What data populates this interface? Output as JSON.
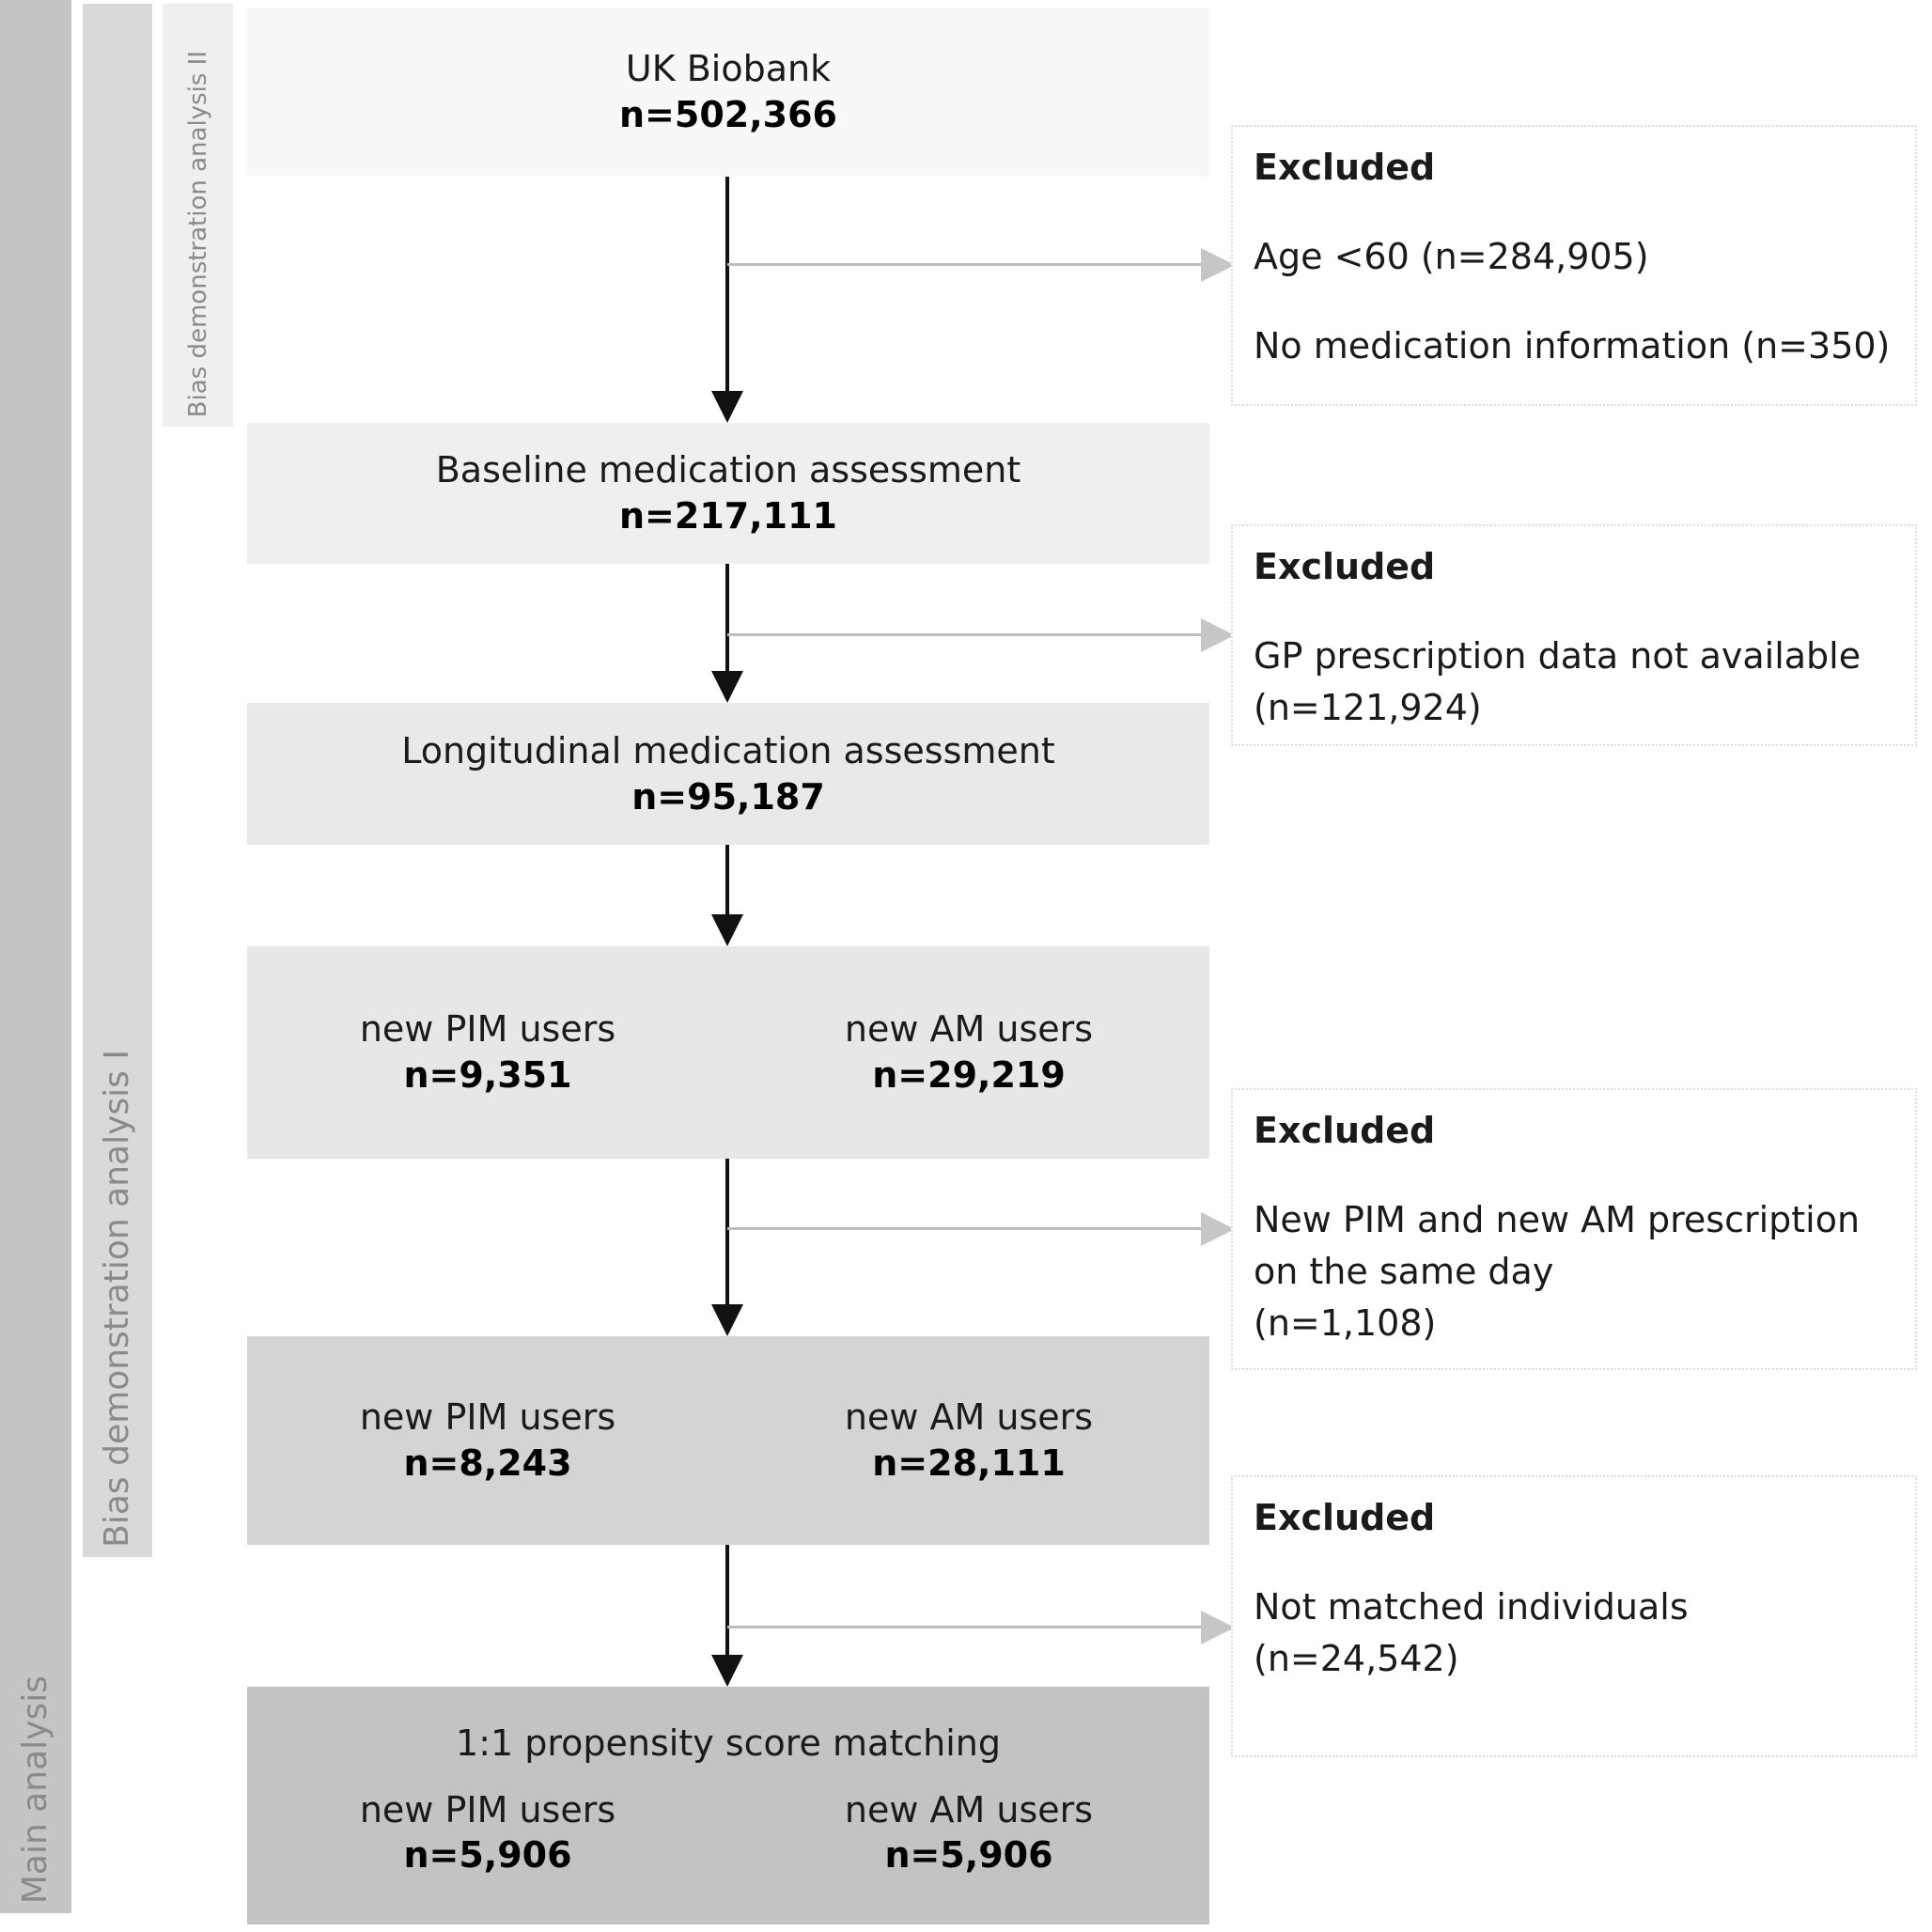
{
  "colors": {
    "canvas-bg": "#ffffff",
    "band-main": "#c5c5c5",
    "band-bias1": "#d9d9d9",
    "band-bias2": "#efefef",
    "band-label": "#8a8a8a",
    "box-ukb": "#f8f8f8",
    "box-baseline": "#efefef",
    "box-longitudinal": "#e9e9e9",
    "box-split1": "#e7e7e7",
    "box-split2": "#d4d4d4",
    "box-matched": "#c3c3c3",
    "box-text": "#1a1a1a",
    "arrow-black": "#111111",
    "arrow-gray-line": "#bdbdbd",
    "arrow-gray-head": "#c6c6c6",
    "excluded-border": "#dcdcdc",
    "excluded-text": "#1a1a1a"
  },
  "bands": {
    "main": {
      "label": "Main analysis"
    },
    "bias1": {
      "label": "Bias demonstration analysis I"
    },
    "bias2": {
      "label": "Bias demonstration analysis II"
    }
  },
  "flow": {
    "ukb": {
      "title": "UK Biobank",
      "n": "n=502,366"
    },
    "baseline": {
      "title": "Baseline medication assessment",
      "n": "n=217,111"
    },
    "longitudinal": {
      "title": "Longitudinal medication assessment",
      "n": "n=95,187"
    },
    "split1": {
      "cols": [
        {
          "title": "new PIM users",
          "n": "n=9,351"
        },
        {
          "title": "new AM users",
          "n": "n=29,219"
        }
      ]
    },
    "split2": {
      "cols": [
        {
          "title": "new PIM users",
          "n": "n=8,243"
        },
        {
          "title": "new AM users",
          "n": "n=28,111"
        }
      ]
    },
    "matched": {
      "title": "1:1 propensity score matching",
      "cols": [
        {
          "title": "new PIM users",
          "n": "n=5,906"
        },
        {
          "title": "new AM users",
          "n": "n=5,906"
        }
      ]
    }
  },
  "excluded": [
    {
      "heading": "Excluded",
      "items": [
        {
          "lines": [
            "Age <60 (n=284,905)"
          ]
        },
        {
          "lines": [
            "No medication information (n=350)"
          ]
        }
      ]
    },
    {
      "heading": "Excluded",
      "items": [
        {
          "lines": [
            "GP prescription data not available",
            "(n=121,924)"
          ]
        }
      ]
    },
    {
      "heading": "Excluded",
      "items": [
        {
          "lines": [
            "New PIM and new AM prescription",
            "on the same day",
            "(n=1,108)"
          ]
        }
      ]
    },
    {
      "heading": "Excluded",
      "items": [
        {
          "lines": [
            "Not matched individuals",
            "(n=24,542)"
          ]
        }
      ]
    }
  ]
}
